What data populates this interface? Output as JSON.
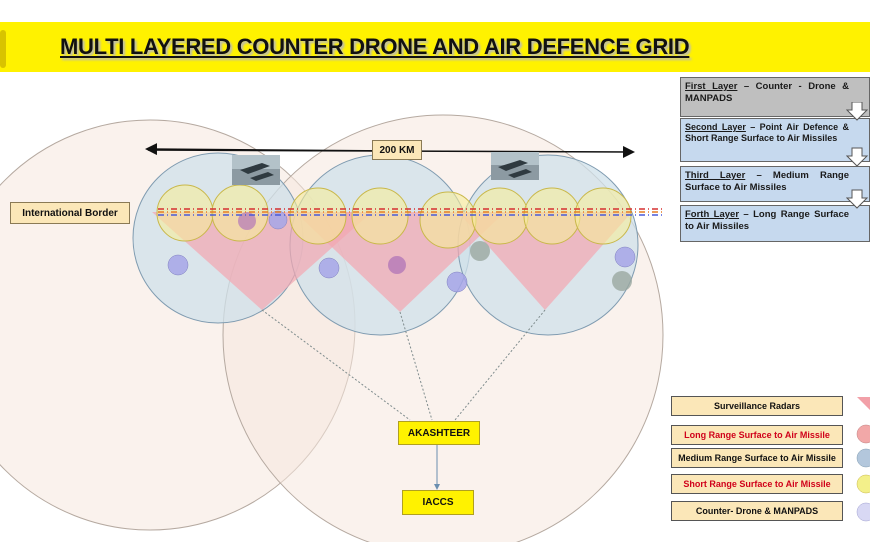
{
  "title": "MULTI LAYERED COUNTER DRONE AND AIR DEFENCE GRID",
  "diagram": {
    "border_label": "International Border",
    "distance_label": "200 KM",
    "akashteer_label": "AKASHTEER",
    "iaccs_label": "IACCS"
  },
  "layers": [
    {
      "title": "First Layer",
      "text": " – Counter - Drone & MANPADS",
      "color": "#bfbfbf"
    },
    {
      "title": "Second Layer",
      "text": " – Point Air Defence & Short Range Surface to Air Missiles",
      "color": "#c6d9ee"
    },
    {
      "title": "Third Layer",
      "text": " – Medium Range Surface to Air Missiles",
      "color": "#c6d9ee"
    },
    {
      "title": "Forth Layer",
      "text": " – Long Range Surface to Air Missiles",
      "color": "#c6d9ee"
    }
  ],
  "legend": [
    {
      "label": "Surveillance Radars",
      "text_color": "#111111",
      "swatch": "radar-wedge",
      "swatch_color": "#f2a0a8"
    },
    {
      "label": "Long Range Surface to Air Missile",
      "text_color": "#d0021b",
      "swatch": "circle",
      "swatch_color": "#f2a8a8"
    },
    {
      "label": "Medium Range Surface to Air Missile",
      "text_color": "#111111",
      "swatch": "circle",
      "swatch_color": "#b3c7dc"
    },
    {
      "label": "Short Range Surface to Air Missile",
      "text_color": "#d0021b",
      "swatch": "circle",
      "swatch_color": "#f3f08a"
    },
    {
      "label": "Counter- Drone & MANPADS",
      "text_color": "#111111",
      "swatch": "circle",
      "swatch_color": "#d8d8f4"
    }
  ],
  "colors": {
    "title_bg": "#fff200",
    "long_range": "#f6e7df",
    "medium_range": "#cfe0ea",
    "short_range": "#f6ed9a",
    "radar_wedge": "#f3a7b0",
    "counter_drone": "#a6a6e8",
    "label_bg": "#fbe7b8",
    "yellow_box": "#fff200"
  }
}
